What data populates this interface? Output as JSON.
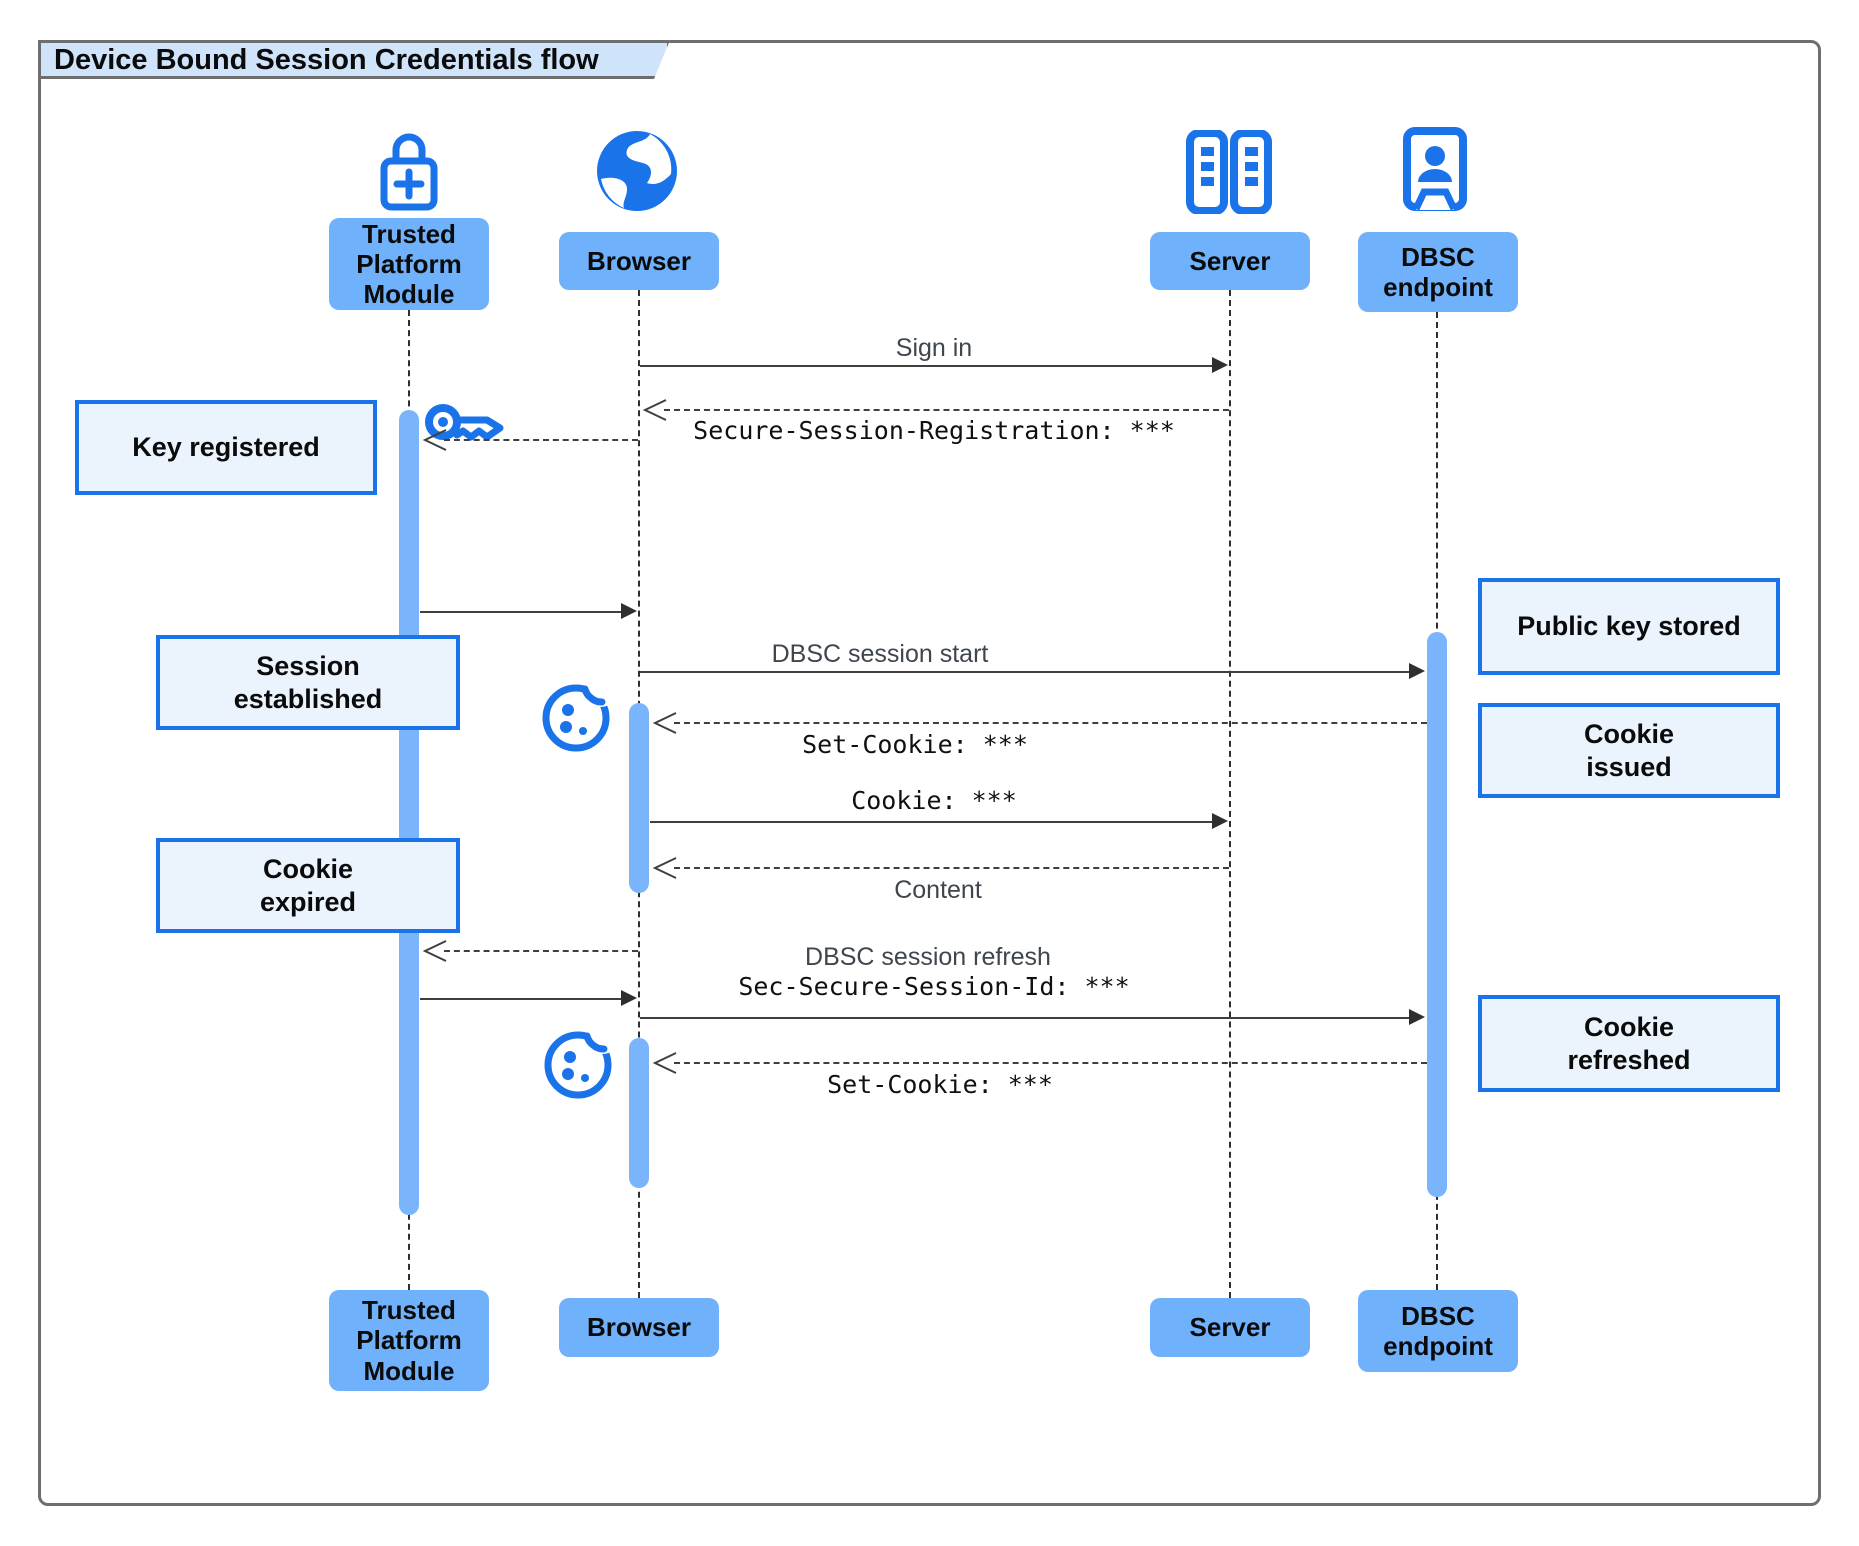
{
  "title": "Device Bound Session Credentials flow",
  "actors": {
    "tpm": {
      "label": "Trusted Platform Module"
    },
    "browser": {
      "label": "Browser"
    },
    "server": {
      "label": "Server"
    },
    "dbsc": {
      "label": "DBSC endpoint"
    }
  },
  "messages": {
    "sign_in": "Sign in",
    "secure_session_registration": "Secure-Session-Registration: ***",
    "dbsc_session_start": "DBSC session start",
    "set_cookie_1": "Set-Cookie: ***",
    "cookie": "Cookie: ***",
    "content": "Content",
    "dbsc_session_refresh": "DBSC session refresh",
    "sec_secure_session_id": "Sec-Secure-Session-Id: ***",
    "set_cookie_2": "Set-Cookie: ***"
  },
  "notes": {
    "key_registered": "Key registered",
    "session_established": "Session established",
    "cookie_expired": "Cookie expired",
    "public_key_stored": "Public key stored",
    "cookie_issued": "Cookie issued",
    "cookie_refreshed": "Cookie refreshed"
  },
  "colors": {
    "icon_blue": "#1a73e8",
    "actor_fill": "#6fb1fb",
    "activation_fill": "#7ab4fa",
    "note_fill": "#ebf3fd",
    "note_border": "#1a73e8",
    "title_tab_fill": "#cfe3fb",
    "frame_border": "#6e6e6e",
    "arrow": "#3f3f3f"
  }
}
